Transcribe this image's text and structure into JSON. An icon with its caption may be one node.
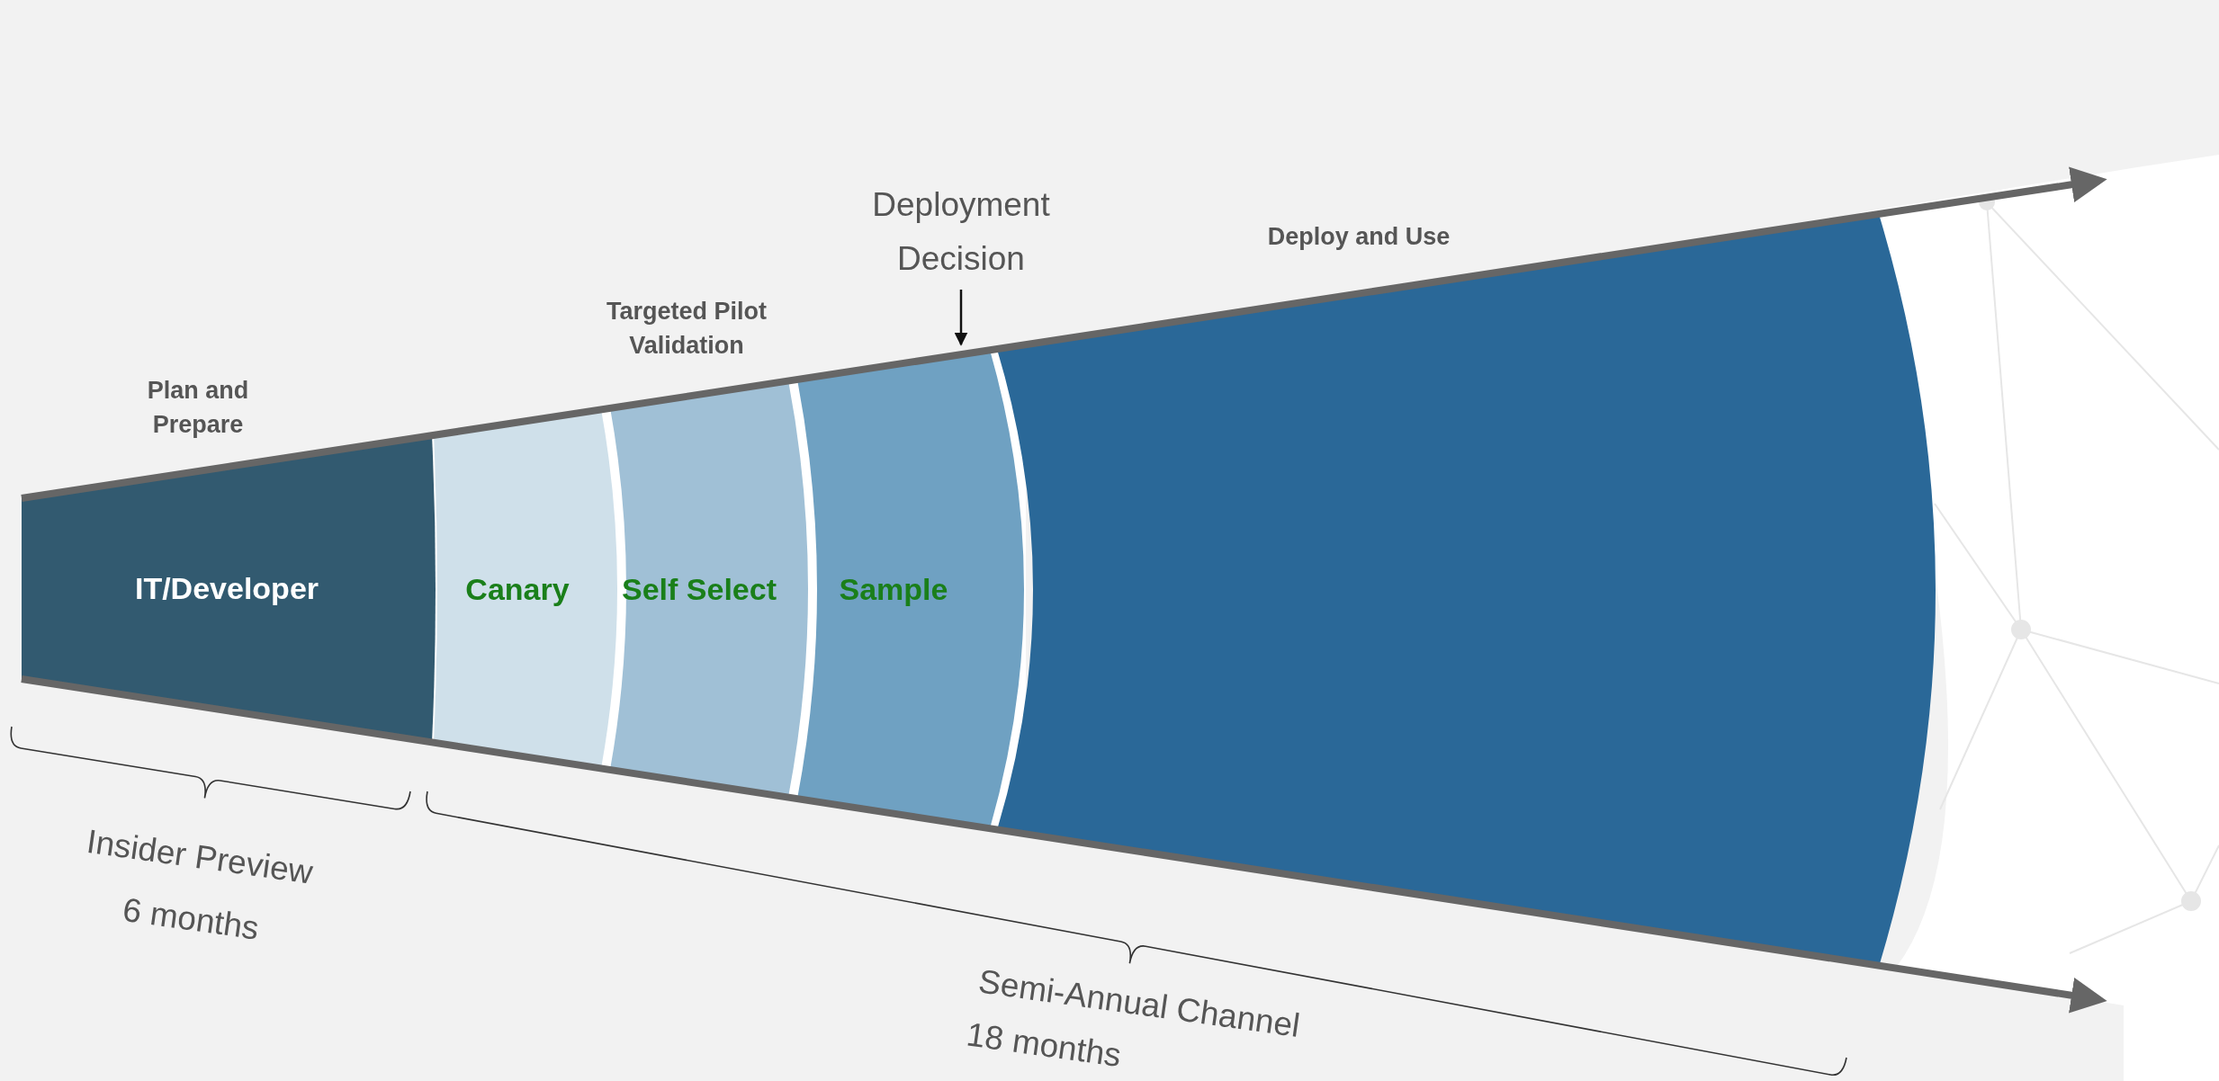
{
  "diagram": {
    "nodes": [
      {
        "text": [
          "IT/Developer"
        ]
      },
      {
        "text": [
          "Canary"
        ]
      },
      {
        "text": [
          "Self Select"
        ]
      },
      {
        "text": [
          "Sample"
        ]
      },
      {
        "text": [],
        "shape": "box"
      },
      {
        "text": [
          "Deployment Decision"
        ]
      }
    ],
    "edges": [
      {
        "from": 5,
        "to": 3,
        "arrow": "to"
      }
    ],
    "labels": [
      "Plan and Prepare",
      "Targeted Pilot Validation",
      "Deploy and Use",
      "Insider Preview",
      "6 months",
      "Semi-Annual Channel",
      "18 months"
    ]
  }
}
